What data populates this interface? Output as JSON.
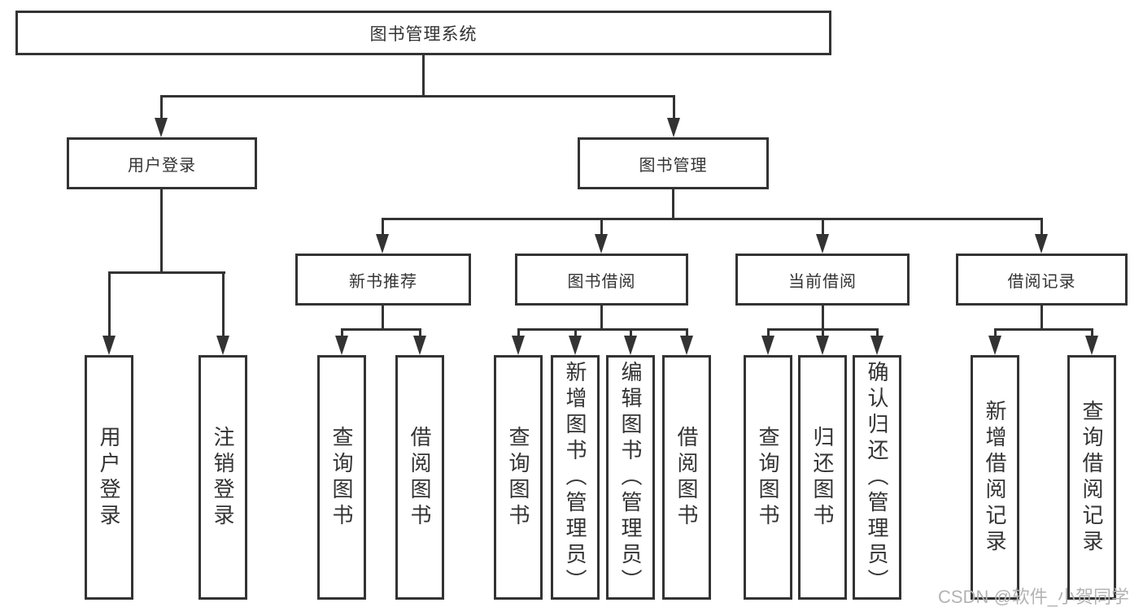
{
  "diagram": {
    "root": {
      "label": "图书管理系统"
    },
    "level2": [
      {
        "label": "用户登录",
        "parent": "图书管理系统"
      },
      {
        "label": "图书管理",
        "parent": "图书管理系统"
      }
    ],
    "level3": [
      {
        "label": "新书推荐",
        "parent": "图书管理"
      },
      {
        "label": "图书借阅",
        "parent": "图书管理"
      },
      {
        "label": "当前借阅",
        "parent": "图书管理"
      },
      {
        "label": "借阅记录",
        "parent": "图书管理"
      }
    ],
    "level4": [
      {
        "label": "用户登录",
        "parent": "用户登录"
      },
      {
        "label": "注销登录",
        "parent": "用户登录"
      },
      {
        "label": "查询图书",
        "parent": "新书推荐"
      },
      {
        "label": "借阅图书",
        "parent": "新书推荐"
      },
      {
        "label": "查询图书",
        "parent": "图书借阅"
      },
      {
        "label": "新增图书（管理员）",
        "parent": "图书借阅"
      },
      {
        "label": "编辑图书（管理员）",
        "parent": "图书借阅"
      },
      {
        "label": "借阅图书",
        "parent": "图书借阅"
      },
      {
        "label": "查询图书",
        "parent": "当前借阅"
      },
      {
        "label": "归还图书",
        "parent": "当前借阅"
      },
      {
        "label": "确认归还（管理员）",
        "parent": "当前借阅"
      },
      {
        "label": "新增借阅记录",
        "parent": "借阅记录"
      },
      {
        "label": "查询借阅记录",
        "parent": "借阅记录"
      }
    ]
  },
  "watermark": "CSDN @软件_小贺同学",
  "colors": {
    "line": "#333333",
    "text": "#333333",
    "background": "#ffffff",
    "watermark": "#b3b3b3"
  }
}
